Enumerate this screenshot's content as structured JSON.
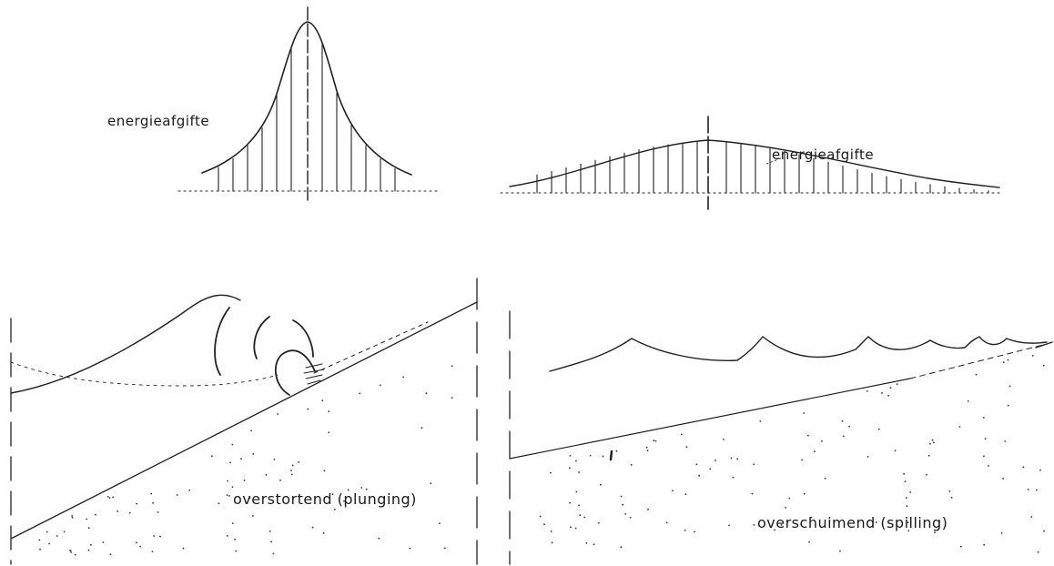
{
  "labels": {
    "energy_left": "energieafgifte",
    "energy_right": "energieafgifte",
    "plunging": "overstortend  (plunging)",
    "spilling": "overschuimend  (spilling)"
  },
  "colors": {
    "ink": "#222222",
    "background": "#ffffff"
  }
}
